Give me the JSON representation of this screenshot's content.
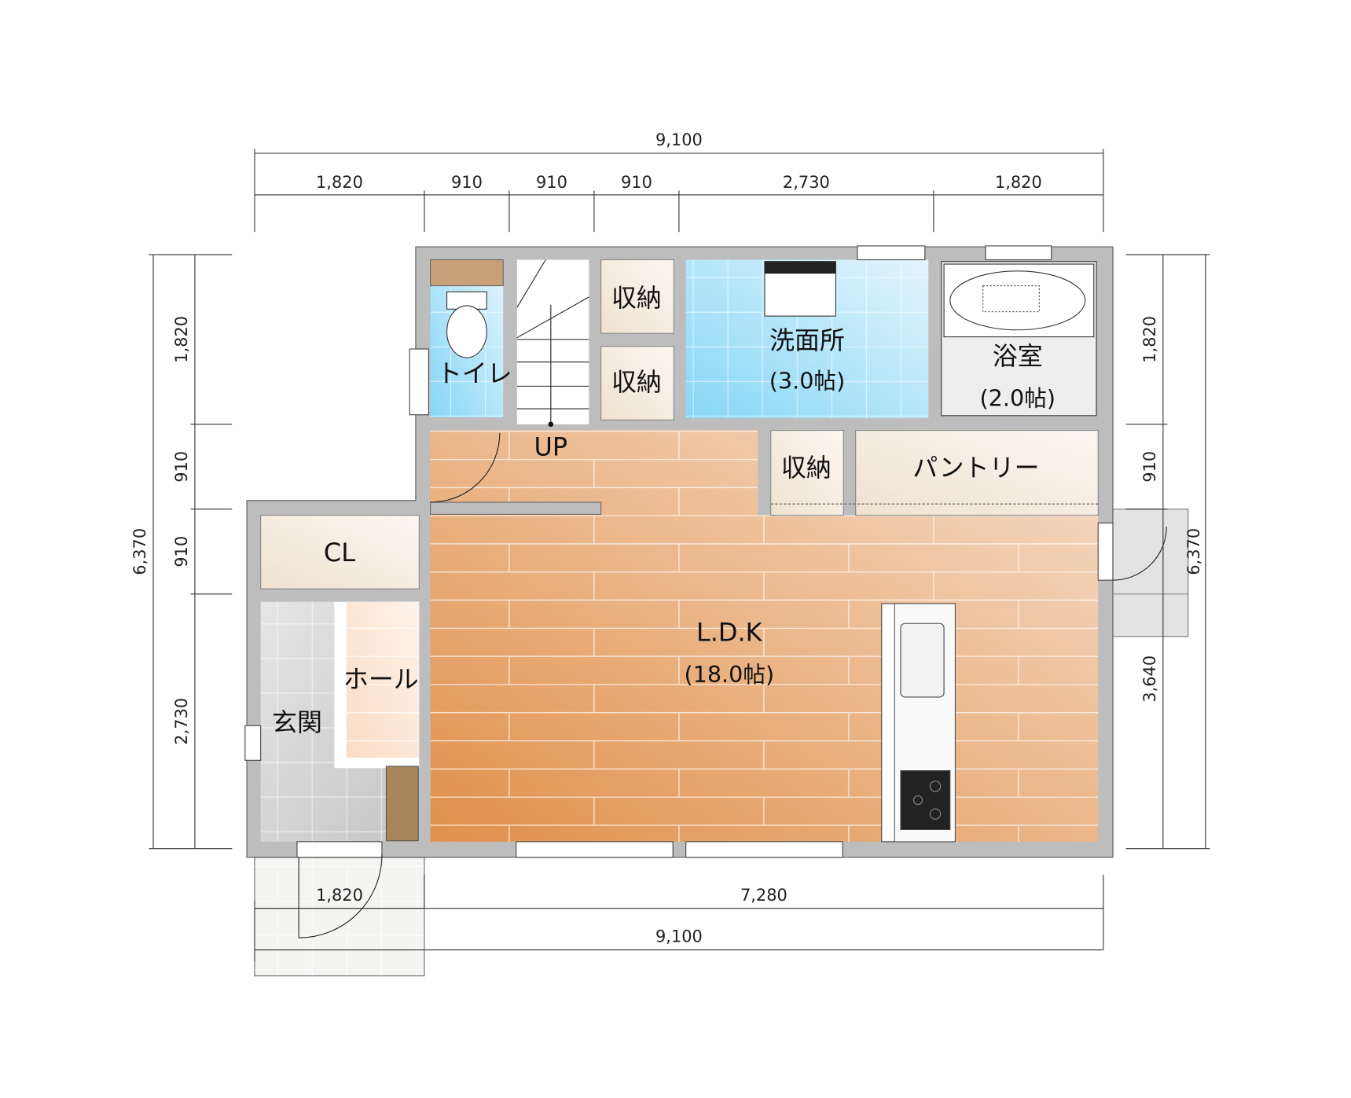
{
  "dimensions": {
    "top_overall": "9,100",
    "top_segments": [
      "1,820",
      "910",
      "910",
      "910",
      "2,730",
      "1,820"
    ],
    "left_overall": "6,370",
    "left_segments": [
      "1,820",
      "910",
      "910",
      "2,730"
    ],
    "right_overall": "6,370",
    "right_segments": [
      "1,820",
      "910",
      "3,640"
    ],
    "bottom_segments": [
      "1,820",
      "7,280"
    ],
    "bottom_overall": "9,100"
  },
  "rooms": {
    "toilet": "トイレ",
    "storage_1": "収納",
    "storage_2": "収納",
    "washroom": "洗面所",
    "washroom_size": "(3.0帖)",
    "bathroom": "浴室",
    "bathroom_size": "(2.0帖)",
    "stairs": "UP",
    "storage_3": "収納",
    "pantry": "パントリー",
    "closet": "CL",
    "ldk": "L.D.K",
    "ldk_size": "(18.0帖)",
    "hall": "ホール",
    "entrance": "玄関"
  },
  "colors": {
    "wall": "#bdbdbd",
    "wood_dark": "#e0914d",
    "wood_light": "#f4d6c0",
    "tile_blue": "#8fd8f6",
    "storage": "#f3e9dc",
    "entrance_tile": "#cfcfcf"
  }
}
